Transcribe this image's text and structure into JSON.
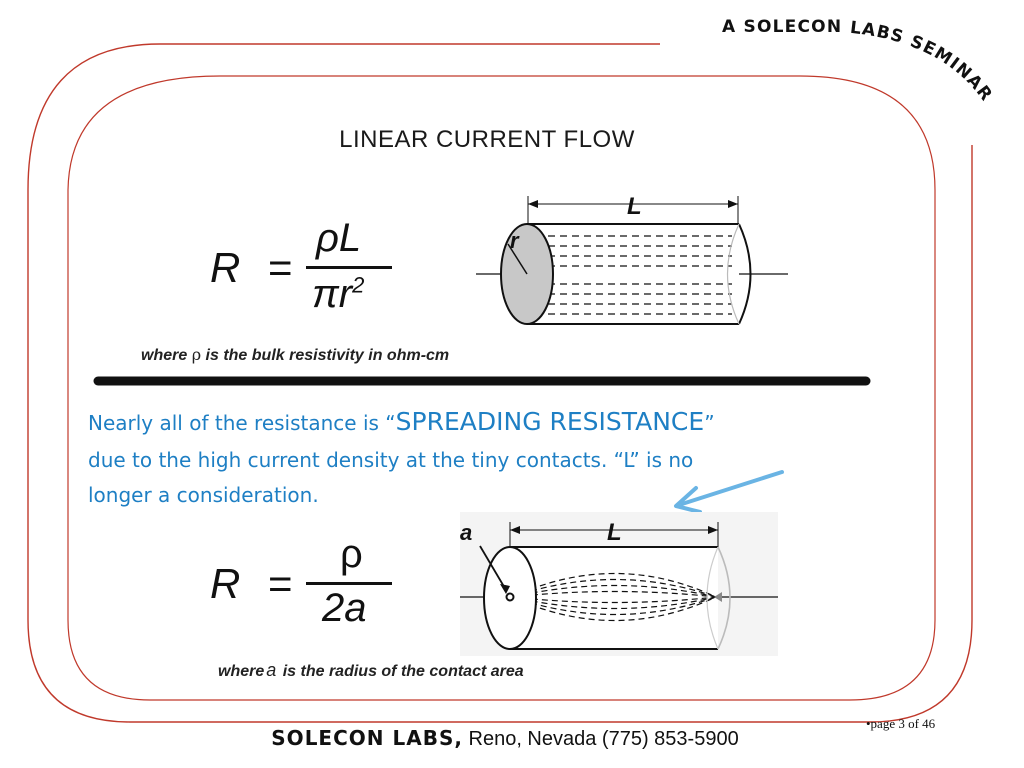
{
  "header": {
    "banner": "A SOLECON LABS SEMINAR"
  },
  "slide": {
    "title": "LINEAR CURRENT FLOW",
    "formula1": {
      "lhs": "R",
      "eq": "=",
      "numerator": "ρL",
      "denominator_base": "πr",
      "denominator_exp": "2"
    },
    "note1": {
      "prefix": "where ",
      "symbol": "ρ",
      "suffix": " is the bulk resistivity in ohm-cm"
    },
    "diagram1": {
      "length_label": "L",
      "radius_label": "r"
    },
    "spreading": {
      "line1_prefix": "Nearly all of the resistance is “",
      "line1_emphasis": "SPREADING RESISTANCE",
      "line1_suffix": "”",
      "line2": "due to the high current density at the tiny contacts.  “L” is no",
      "line3": "longer a consideration."
    },
    "formula2": {
      "lhs": "R",
      "eq": "=",
      "numerator": "ρ",
      "denominator": "2a"
    },
    "diagram2": {
      "length_label": "L",
      "contact_label": "a"
    },
    "note2": {
      "prefix": "where",
      "symbol": "a",
      "suffix": "  is the radius of the contact area"
    }
  },
  "footer": {
    "company": "SOLECON LABS,",
    "address": " Reno, Nevada (775) 853-5900",
    "page_label": "•page 3 of 46"
  },
  "colors": {
    "accent_blue": "#1e7fc4",
    "arrow_blue": "#6ab4e4",
    "frame_red": "#c0392b",
    "cylinder_gray": "#c8c8c8"
  }
}
